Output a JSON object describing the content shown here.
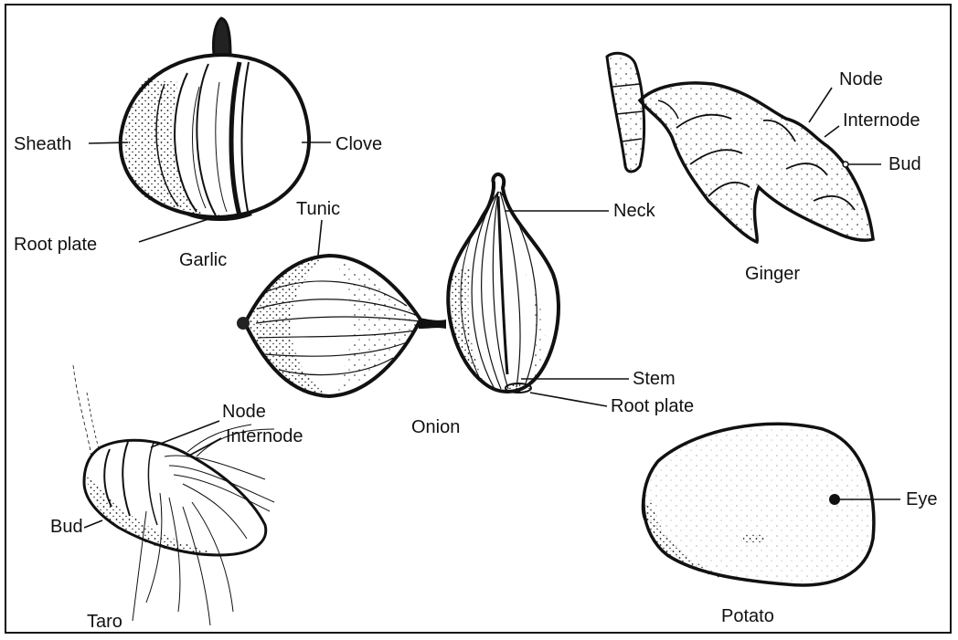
{
  "specimens": {
    "garlic": {
      "name": "Garlic",
      "labels": {
        "sheath": "Sheath",
        "clove": "Clove",
        "root_plate": "Root plate"
      }
    },
    "onion": {
      "name": "Onion",
      "labels": {
        "tunic": "Tunic",
        "neck": "Neck",
        "stem": "Stem",
        "root_plate": "Root plate"
      }
    },
    "ginger": {
      "name": "Ginger",
      "labels": {
        "node": "Node",
        "internode": "Internode",
        "bud": "Bud"
      }
    },
    "taro": {
      "name": "Taro",
      "labels": {
        "node": "Node",
        "internode": "Internode",
        "bud": "Bud"
      }
    },
    "potato": {
      "name": "Potato",
      "labels": {
        "eye": "Eye"
      }
    }
  },
  "colors": {
    "ink": "#111111",
    "paper": "#ffffff"
  }
}
